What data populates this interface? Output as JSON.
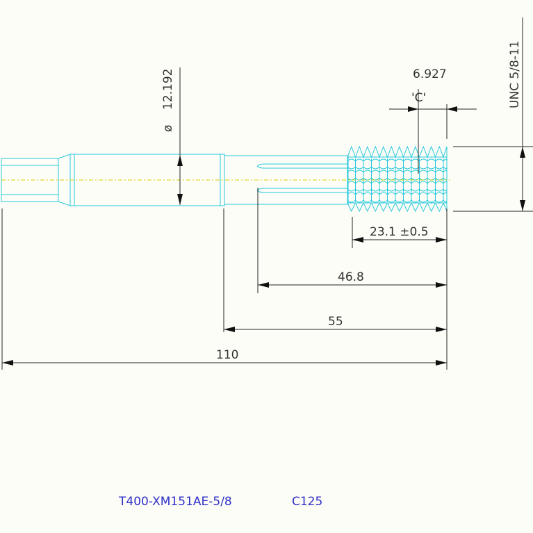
{
  "drawing": {
    "dimensions": {
      "diameter_symbol": "ø",
      "diameter_value": "12.192",
      "pitch_dim": "6.927",
      "c_label": "'C'",
      "thread_spec": "UNC 5/8-11",
      "thread_length": "23.1 ±0.5",
      "flute_length": "46.8",
      "neck_length": "55",
      "overall_length": "110"
    },
    "title_block": {
      "part_number": "T400-XM151AE-5/8",
      "code": "C125"
    },
    "colors": {
      "tool_outline": "#28c8dc",
      "dimension_lines": "#222222",
      "centerline": "#e0d000",
      "title_text": "#2f2fc8",
      "background": "#fdfdf8"
    }
  }
}
